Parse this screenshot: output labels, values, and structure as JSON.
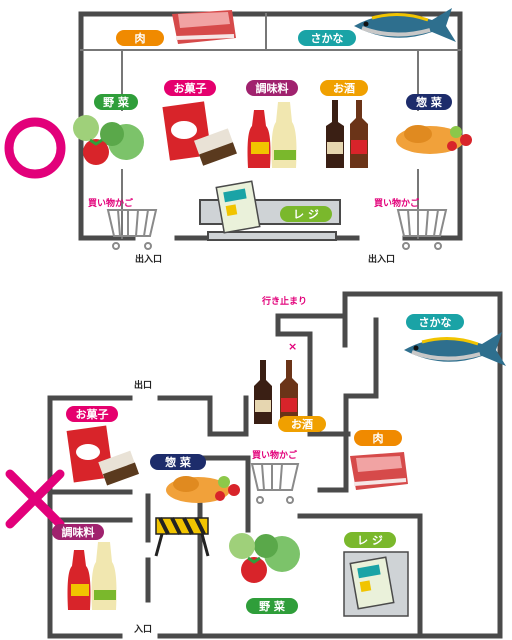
{
  "good_map": {
    "verdict_symbol": "〇",
    "labels": {
      "meat": "肉",
      "fish": "さかな",
      "vegetables": "野 菜",
      "sweets": "お菓子",
      "seasoning": "調味料",
      "alcohol": "お酒",
      "deli": "惣 菜",
      "register": "レ ジ",
      "basket_left": "買い物かご",
      "basket_right": "買い物かご",
      "entrance_left": "出入口",
      "entrance_right": "出入口"
    }
  },
  "bad_map": {
    "verdict_symbol": "✕",
    "labels": {
      "dead_end": "行き止まり",
      "fish": "さかな",
      "exit": "出口",
      "alcohol": "お酒",
      "sweets": "お菓子",
      "meat": "肉",
      "deli": "惣 菜",
      "basket": "買い物かご",
      "seasoning": "調味料",
      "vegetables": "野 菜",
      "register": "レ ジ",
      "entrance": "入口",
      "dead_end_mark": "×"
    }
  },
  "colors": {
    "meat": "#f08a00",
    "fish": "#1aa3a6",
    "vegetables": "#2f9e3a",
    "sweets": "#e5006e",
    "seasoning": "#a0226e",
    "alcohol": "#f0a000",
    "deli": "#1d2c6b",
    "register": "#7ab82c",
    "good_mark": "#e2007a",
    "bad_mark": "#e2007a",
    "wall": "#4a4a4a"
  }
}
